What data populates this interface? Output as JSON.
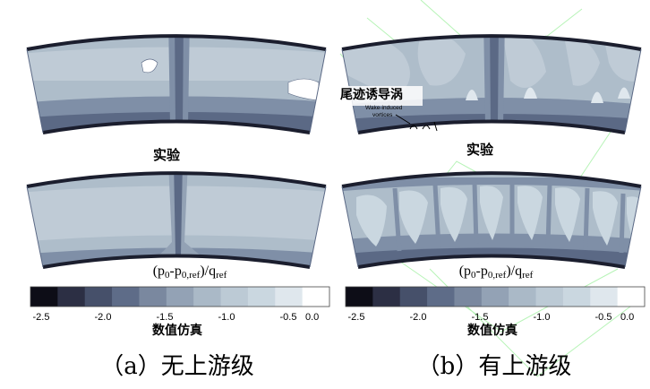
{
  "panels": {
    "left": {
      "exp_label": "实验",
      "sim_label_formula": "(p0-p0,ref)/qref",
      "caption": "（a）无上游级"
    },
    "right": {
      "exp_label": "实验",
      "sim_label_formula": "(p0-p0,ref)/qref",
      "annotation_zh": "尾迹诱导涡",
      "annotation_en_line1": "Wake-induced",
      "annotation_en_line2": "vortices",
      "caption": "（b）有上游级"
    }
  },
  "colorbar": {
    "ticks": [
      "-2.5",
      "-2.0",
      "-1.5",
      "-1.0",
      "-0.5",
      "0.0"
    ],
    "title": "数值仿真",
    "levels": 11,
    "colors": [
      "#0d0d17",
      "#2c2f44",
      "#46506a",
      "#5e6c88",
      "#7a889f",
      "#93a2b5",
      "#aab9c7",
      "#bccad5",
      "#cad7e0",
      "#dfe7ed",
      "#ffffff"
    ]
  },
  "palette": {
    "background_field": "#bfcbd6",
    "mid_band": "#aebdca",
    "dark_band": "#7f8fa7",
    "deep_band": "#5b6985",
    "wall": "#1b1e2e",
    "light_spot": "#ffffff",
    "watermark": "#7ff07f"
  }
}
